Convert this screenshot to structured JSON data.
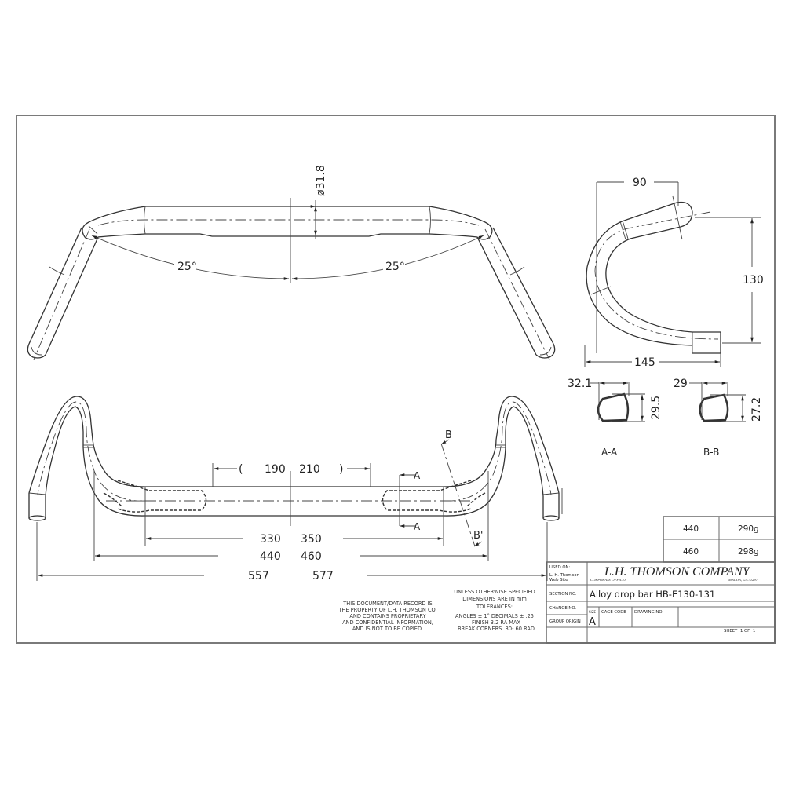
{
  "title_block": {
    "company": "L.H. THOMSON COMPANY",
    "company_sub_left": "CORPORATE OFFICES",
    "company_sub_right": "MACON, GA 31297",
    "used_on_label": "USED ON:",
    "used_on_value_1": "L. H. Thomson",
    "used_on_value_2": "Web Site",
    "section_no_label": "SECTION NO.",
    "change_no_label": "CHANGE NO.",
    "group_origin_label": "GROUP ORIGIN",
    "drawing_title": "Alloy drop bar HB-E130-131",
    "size_label": "SIZE",
    "size_value": "A",
    "cage_code_label": "CAGE CODE",
    "drawing_no_label": "DRAWING NO.",
    "sheet_label": "SHEET",
    "sheet_num": "1",
    "of_label": "OF",
    "sheet_total": "1"
  },
  "notes": {
    "property_lines": [
      "THIS DOCUMENT/DATA RECORD IS",
      "THE PROPERTY OF L.H. THOMSON CO.",
      "AND CONTAINS PROPRIETARY",
      "AND CONFIDENTIAL INFORMATION,",
      "AND IS NOT TO BE COPIED."
    ],
    "tolerance_lines": [
      "UNLESS OTHERWISE SPECIFIED",
      "DIMENSIONS ARE IN mm",
      "TOLERANCES:",
      "ANGLES ± 1°  DECIMALS ± .25",
      "FINISH 3.2 RA MAX",
      "BREAK CORNERS .30-.60 RAD"
    ]
  },
  "weight_table": {
    "rows": [
      {
        "width": "440",
        "weight": "290g"
      },
      {
        "width": "460",
        "weight": "298g"
      }
    ]
  },
  "top_view": {
    "clamp_diameter": "ø31.8",
    "sweep_left": "25°",
    "sweep_right": "25°"
  },
  "front_view": {
    "flat_width": {
      "small": "190",
      "large": "210",
      "open": "(",
      "close": ")"
    },
    "bend_width": {
      "small": "330",
      "large": "350"
    },
    "center_width": {
      "small": "440",
      "large": "460"
    },
    "outside_width": {
      "small": "557",
      "large": "577"
    },
    "section_a_label": "A",
    "section_b_label": "B",
    "section_b_prime_label": "B'"
  },
  "side_view": {
    "reach": "90",
    "drop": "130",
    "depth": "145"
  },
  "sections": {
    "a_a": {
      "label": "A-A",
      "width": "32.1",
      "height": "29.5"
    },
    "b_b": {
      "label": "B-B",
      "width": "29",
      "height": "27.2"
    }
  }
}
